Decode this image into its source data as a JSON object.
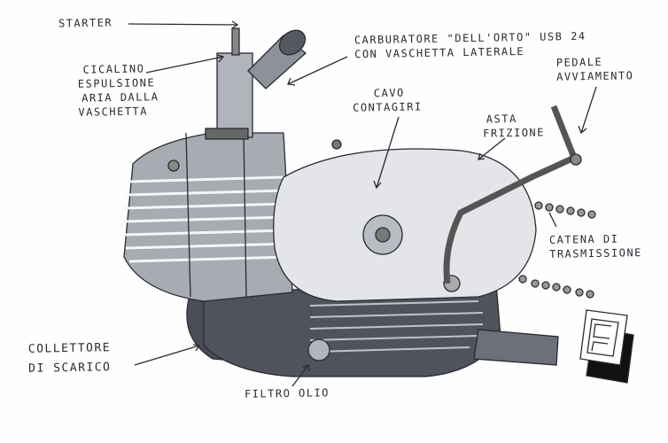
{
  "labels": {
    "starter": [
      "STARTER"
    ],
    "cicalino": [
      "CICALINO",
      "ESPULSIONE",
      "ARIA DALLA",
      "VASCHETTA"
    ],
    "carburatore": [
      "CARBURATORE \"DELL'ORTO\" USB 24",
      "CON VASCHETTA LATERALE"
    ],
    "pedale": [
      "PEDALE",
      "AVVIAMENTO"
    ],
    "cavo": [
      "CAVO",
      "CONTAGIRI"
    ],
    "asta": [
      "ASTA",
      "FRIZIONE"
    ],
    "catena": [
      "CATENA DI",
      "TRASMISSIONE"
    ],
    "collettore": [
      "COLLETTORE",
      "DI SCARICO"
    ],
    "filtro": [
      "FILTRO OLIO"
    ]
  },
  "colors": {
    "ink": "#2a2a33",
    "metal": "#9a9ea6",
    "dark": "#3d4048",
    "light": "#e6e8ec"
  }
}
